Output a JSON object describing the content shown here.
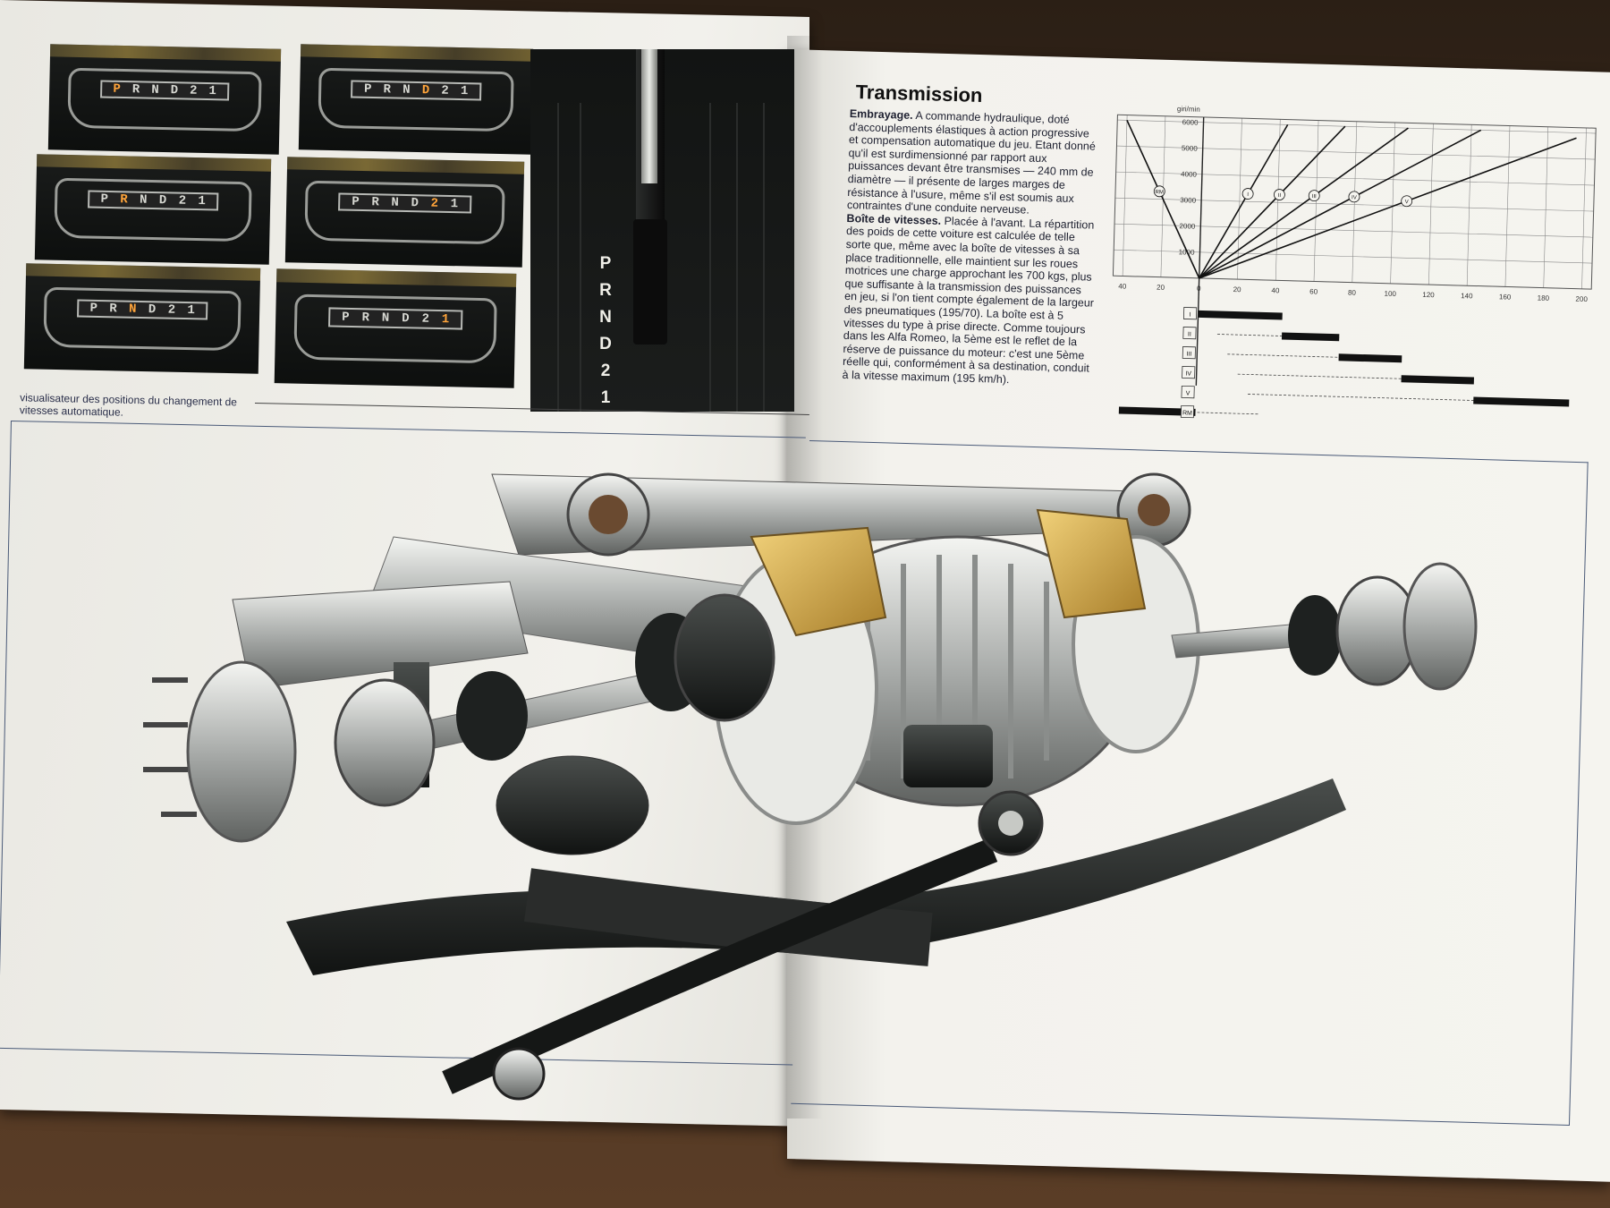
{
  "gear_displays": [
    {
      "letters": [
        "P",
        "R",
        "N",
        "D",
        "2",
        "1"
      ],
      "active": "P"
    },
    {
      "letters": [
        "P",
        "R",
        "N",
        "D",
        "2",
        "1"
      ],
      "active": "D"
    },
    {
      "letters": [
        "P",
        "R",
        "N",
        "D",
        "2",
        "1"
      ],
      "active": "R"
    },
    {
      "letters": [
        "P",
        "R",
        "N",
        "D",
        "2",
        "1"
      ],
      "active": "2"
    },
    {
      "letters": [
        "P",
        "R",
        "N",
        "D",
        "2",
        "1"
      ],
      "active": "N"
    },
    {
      "letters": [
        "P",
        "R",
        "N",
        "D",
        "2",
        "1"
      ],
      "active": "1"
    }
  ],
  "lever_letters": [
    "P",
    "R",
    "N",
    "D",
    "2",
    "1"
  ],
  "caption": "visualisateur des positions du changement de vitesses automatique.",
  "title": "Transmission",
  "paragraphs": [
    {
      "heading": "Embrayage.",
      "text": " A commande hydraulique, doté d'accouplements élastiques à action progressive et compensation automatique du jeu. Etant donné qu'il est surdimensionné par rapport aux puissances devant être transmises — 240 mm de diamètre — il présente de larges marges de résistance à l'usure, même s'il est soumis aux contraintes d'une conduite nerveuse."
    },
    {
      "heading": "Boîte de vitesses.",
      "text": " Placée à l'avant. La répartition des poids de cette voiture est calculée de telle sorte que, même avec la boîte de vitesses à sa place traditionnelle, elle maintient sur les roues motrices une charge approchant les 700 kgs, plus que suffisante à la transmission des puissances en jeu, si l'on tient compte également de la largeur des pneumatiques (195/70). La boîte est à 5 vitesses du type à prise directe. Comme toujours dans les Alfa Romeo, la 5ème est le reflet de la réserve de puissance du moteur: c'est une 5ème réelle qui, conformément à sa destination, conduit à la vitesse maximum (195 km/h)."
    }
  ],
  "chart_data": {
    "type": "line",
    "ylabel": "giri/min",
    "yticks": [
      "6000",
      "5000",
      "4000",
      "3000",
      "2000",
      "1000"
    ],
    "xticks_left": [
      "40",
      "20",
      "0"
    ],
    "xticks_right": [
      "20",
      "40",
      "60",
      "80",
      "100",
      "120",
      "140",
      "160",
      "180",
      "200"
    ],
    "series": [
      {
        "name": "RM",
        "x": [
          0,
          -40
        ],
        "y": [
          0,
          6000
        ]
      },
      {
        "name": "I",
        "x": [
          0,
          44
        ],
        "y": [
          0,
          6000
        ]
      },
      {
        "name": "II",
        "x": [
          0,
          74
        ],
        "y": [
          0,
          6000
        ]
      },
      {
        "name": "III",
        "x": [
          0,
          107
        ],
        "y": [
          0,
          6000
        ]
      },
      {
        "name": "IV",
        "x": [
          0,
          145
        ],
        "y": [
          0,
          6000
        ]
      },
      {
        "name": "V",
        "x": [
          0,
          195
        ],
        "y": [
          0,
          5800
        ]
      }
    ],
    "gear_bars": [
      {
        "label": "I",
        "from": 0,
        "to": 44
      },
      {
        "label": "II",
        "from": 44,
        "to": 74
      },
      {
        "label": "III",
        "from": 74,
        "to": 107
      },
      {
        "label": "IV",
        "from": 107,
        "to": 145
      },
      {
        "label": "V",
        "from": 145,
        "to": 195
      },
      {
        "label": "RM",
        "from": -40,
        "to": 0
      }
    ],
    "xlim": [
      -45,
      205
    ],
    "ylim": [
      0,
      6200
    ]
  }
}
